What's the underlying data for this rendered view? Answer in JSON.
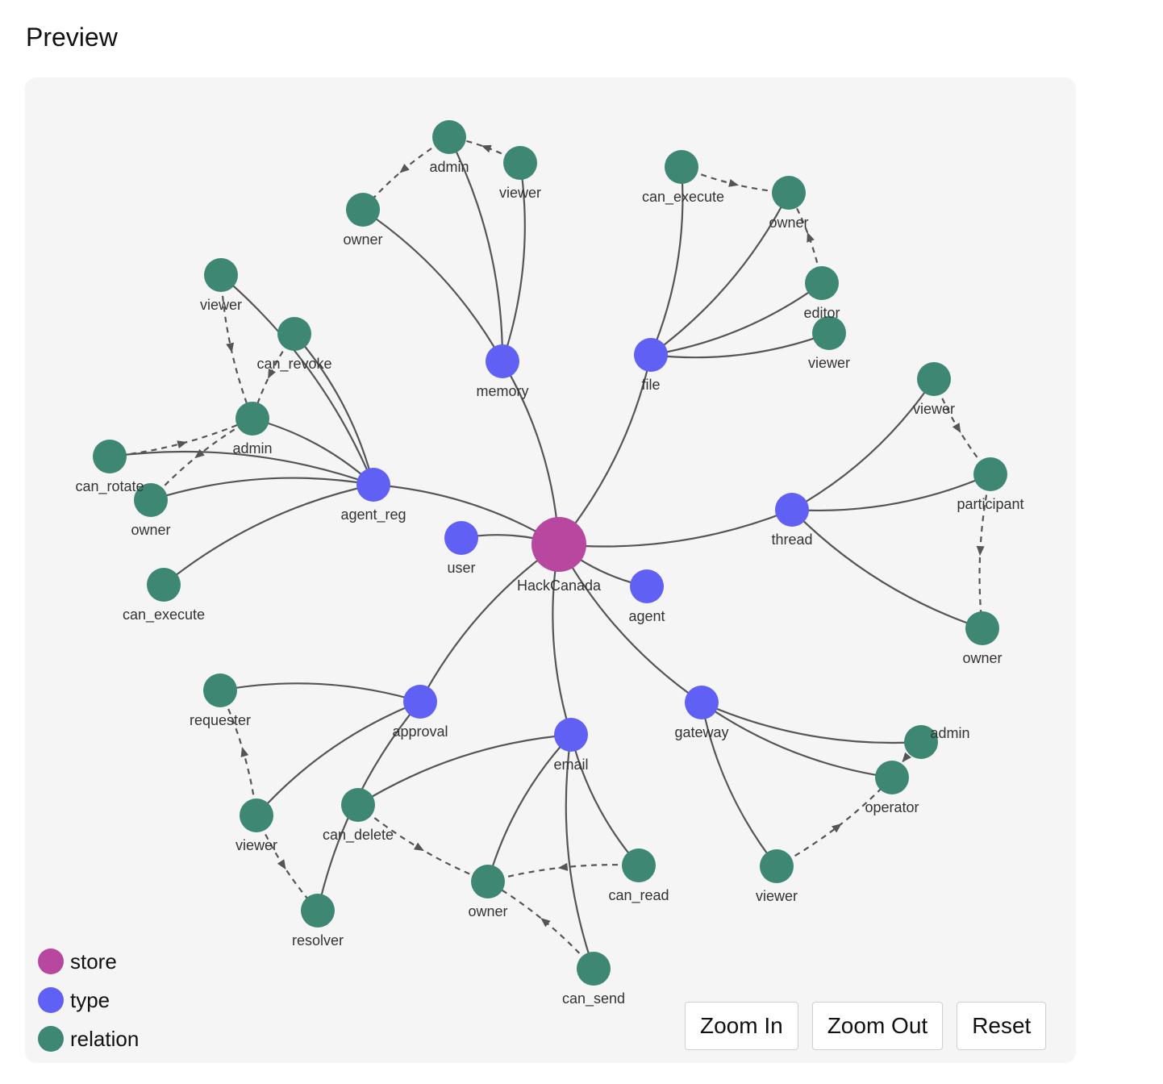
{
  "page": {
    "title": "Preview"
  },
  "colors": {
    "store": "#b8479f",
    "type": "#6160f5",
    "relation": "#3d8773",
    "edge": "#555555",
    "panel": "#f5f5f5"
  },
  "legend": [
    {
      "key": "store",
      "label": "store"
    },
    {
      "key": "type",
      "label": "type"
    },
    {
      "key": "relation",
      "label": "relation"
    }
  ],
  "controls": {
    "zoom_in": "Zoom In",
    "zoom_out": "Zoom Out",
    "reset": "Reset"
  },
  "graph": {
    "nodes": [
      {
        "id": "store",
        "label": "HackCanada",
        "kind": "store"
      },
      {
        "id": "user",
        "label": "user",
        "kind": "type"
      },
      {
        "id": "agent",
        "label": "agent",
        "kind": "type"
      },
      {
        "id": "memory",
        "label": "memory",
        "kind": "type"
      },
      {
        "id": "memory_admin",
        "label": "admin",
        "kind": "relation"
      },
      {
        "id": "memory_viewer",
        "label": "viewer",
        "kind": "relation"
      },
      {
        "id": "memory_owner",
        "label": "owner",
        "kind": "relation"
      },
      {
        "id": "file",
        "label": "file",
        "kind": "type"
      },
      {
        "id": "file_can_execute",
        "label": "can_execute",
        "kind": "relation"
      },
      {
        "id": "file_owner",
        "label": "owner",
        "kind": "relation"
      },
      {
        "id": "file_editor",
        "label": "editor",
        "kind": "relation"
      },
      {
        "id": "file_viewer",
        "label": "viewer",
        "kind": "relation"
      },
      {
        "id": "thread",
        "label": "thread",
        "kind": "type"
      },
      {
        "id": "thread_viewer",
        "label": "viewer",
        "kind": "relation"
      },
      {
        "id": "thread_participant",
        "label": "participant",
        "kind": "relation"
      },
      {
        "id": "thread_owner",
        "label": "owner",
        "kind": "relation"
      },
      {
        "id": "agent_reg",
        "label": "agent_reg",
        "kind": "type"
      },
      {
        "id": "ar_viewer",
        "label": "viewer",
        "kind": "relation"
      },
      {
        "id": "ar_can_revoke",
        "label": "can_revoke",
        "kind": "relation"
      },
      {
        "id": "ar_admin",
        "label": "admin",
        "kind": "relation"
      },
      {
        "id": "ar_can_rotate",
        "label": "can_rotate",
        "kind": "relation"
      },
      {
        "id": "ar_owner",
        "label": "owner",
        "kind": "relation"
      },
      {
        "id": "ar_can_execute",
        "label": "can_execute",
        "kind": "relation"
      },
      {
        "id": "approval",
        "label": "approval",
        "kind": "type"
      },
      {
        "id": "ap_requester",
        "label": "requester",
        "kind": "relation"
      },
      {
        "id": "ap_viewer",
        "label": "viewer",
        "kind": "relation"
      },
      {
        "id": "ap_resolver",
        "label": "resolver",
        "kind": "relation"
      },
      {
        "id": "email",
        "label": "email",
        "kind": "type"
      },
      {
        "id": "em_can_delete",
        "label": "can_delete",
        "kind": "relation"
      },
      {
        "id": "em_owner",
        "label": "owner",
        "kind": "relation"
      },
      {
        "id": "em_can_read",
        "label": "can_read",
        "kind": "relation"
      },
      {
        "id": "em_can_send",
        "label": "can_send",
        "kind": "relation"
      },
      {
        "id": "gateway",
        "label": "gateway",
        "kind": "type"
      },
      {
        "id": "gw_admin",
        "label": "admin",
        "kind": "relation"
      },
      {
        "id": "gw_operator",
        "label": "operator",
        "kind": "relation"
      },
      {
        "id": "gw_viewer",
        "label": "viewer",
        "kind": "relation"
      }
    ],
    "edges": [
      {
        "from": "store",
        "to": "user",
        "style": "solid"
      },
      {
        "from": "store",
        "to": "agent",
        "style": "solid"
      },
      {
        "from": "store",
        "to": "memory",
        "style": "solid"
      },
      {
        "from": "store",
        "to": "file",
        "style": "solid"
      },
      {
        "from": "store",
        "to": "thread",
        "style": "solid"
      },
      {
        "from": "store",
        "to": "agent_reg",
        "style": "solid"
      },
      {
        "from": "store",
        "to": "approval",
        "style": "solid"
      },
      {
        "from": "store",
        "to": "email",
        "style": "solid"
      },
      {
        "from": "store",
        "to": "gateway",
        "style": "solid"
      },
      {
        "from": "memory",
        "to": "memory_admin",
        "style": "solid"
      },
      {
        "from": "memory",
        "to": "memory_viewer",
        "style": "solid"
      },
      {
        "from": "memory",
        "to": "memory_owner",
        "style": "solid"
      },
      {
        "from": "memory_viewer",
        "to": "memory_admin",
        "style": "dashed"
      },
      {
        "from": "memory_admin",
        "to": "memory_owner",
        "style": "dashed"
      },
      {
        "from": "file",
        "to": "file_can_execute",
        "style": "solid"
      },
      {
        "from": "file",
        "to": "file_owner",
        "style": "solid"
      },
      {
        "from": "file",
        "to": "file_editor",
        "style": "solid"
      },
      {
        "from": "file",
        "to": "file_viewer",
        "style": "solid"
      },
      {
        "from": "file_can_execute",
        "to": "file_owner",
        "style": "dashed"
      },
      {
        "from": "file_editor",
        "to": "file_owner",
        "style": "dashed"
      },
      {
        "from": "thread",
        "to": "thread_viewer",
        "style": "solid"
      },
      {
        "from": "thread",
        "to": "thread_participant",
        "style": "solid"
      },
      {
        "from": "thread",
        "to": "thread_owner",
        "style": "solid"
      },
      {
        "from": "thread_viewer",
        "to": "thread_participant",
        "style": "dashed"
      },
      {
        "from": "thread_participant",
        "to": "thread_owner",
        "style": "dashed"
      },
      {
        "from": "agent_reg",
        "to": "ar_viewer",
        "style": "solid"
      },
      {
        "from": "agent_reg",
        "to": "ar_can_revoke",
        "style": "solid"
      },
      {
        "from": "agent_reg",
        "to": "ar_admin",
        "style": "solid"
      },
      {
        "from": "agent_reg",
        "to": "ar_can_rotate",
        "style": "solid"
      },
      {
        "from": "agent_reg",
        "to": "ar_owner",
        "style": "solid"
      },
      {
        "from": "agent_reg",
        "to": "ar_can_execute",
        "style": "solid"
      },
      {
        "from": "ar_viewer",
        "to": "ar_admin",
        "style": "dashed"
      },
      {
        "from": "ar_can_revoke",
        "to": "ar_admin",
        "style": "dashed"
      },
      {
        "from": "ar_can_rotate",
        "to": "ar_admin",
        "style": "dashed"
      },
      {
        "from": "ar_admin",
        "to": "ar_owner",
        "style": "dashed"
      },
      {
        "from": "approval",
        "to": "ap_requester",
        "style": "solid"
      },
      {
        "from": "approval",
        "to": "ap_viewer",
        "style": "solid"
      },
      {
        "from": "approval",
        "to": "ap_resolver",
        "style": "solid"
      },
      {
        "from": "ap_viewer",
        "to": "ap_requester",
        "style": "dashed"
      },
      {
        "from": "ap_viewer",
        "to": "ap_resolver",
        "style": "dashed"
      },
      {
        "from": "email",
        "to": "em_can_delete",
        "style": "solid"
      },
      {
        "from": "email",
        "to": "em_owner",
        "style": "solid"
      },
      {
        "from": "email",
        "to": "em_can_read",
        "style": "solid"
      },
      {
        "from": "email",
        "to": "em_can_send",
        "style": "solid"
      },
      {
        "from": "em_can_delete",
        "to": "em_owner",
        "style": "dashed"
      },
      {
        "from": "em_can_read",
        "to": "em_owner",
        "style": "dashed"
      },
      {
        "from": "em_can_send",
        "to": "em_owner",
        "style": "dashed"
      },
      {
        "from": "gateway",
        "to": "gw_admin",
        "style": "solid"
      },
      {
        "from": "gateway",
        "to": "gw_operator",
        "style": "solid"
      },
      {
        "from": "gateway",
        "to": "gw_viewer",
        "style": "solid"
      },
      {
        "from": "gw_admin",
        "to": "gw_operator",
        "style": "dashed"
      },
      {
        "from": "gw_viewer",
        "to": "gw_operator",
        "style": "dashed"
      }
    ]
  }
}
